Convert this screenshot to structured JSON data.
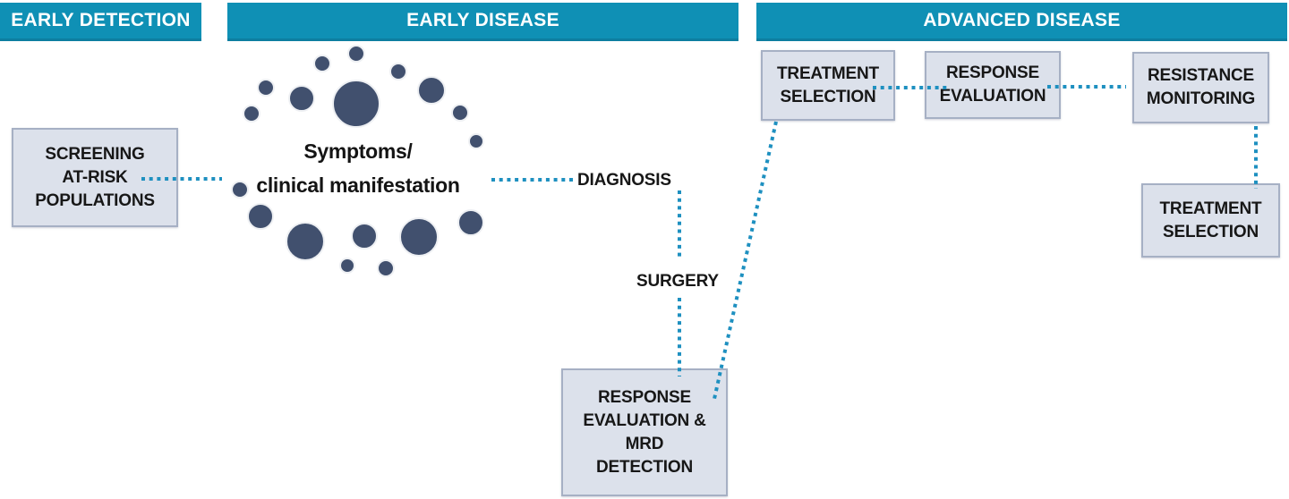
{
  "phases": [
    {
      "label": "EARLY DETECTION"
    },
    {
      "label": "EARLY DISEASE"
    },
    {
      "label": "ADVANCED DISEASE"
    }
  ],
  "nodes": {
    "screening": {
      "lines": [
        "SCREENING",
        "AT-RISK",
        "POPULATIONS"
      ]
    },
    "symptoms": {
      "lines": [
        "Symptoms/",
        "clinical manifestation"
      ]
    },
    "diagnosis": {
      "label": "DIAGNOSIS"
    },
    "surgery": {
      "label": "SURGERY"
    },
    "mrd": {
      "lines": [
        "RESPONSE",
        "EVALUATION &",
        "MRD",
        "DETECTION"
      ]
    },
    "treatment_selection_1": {
      "lines": [
        "TREATMENT",
        "SELECTION"
      ]
    },
    "response_evaluation": {
      "lines": [
        "RESPONSE",
        "EVALUATION"
      ]
    },
    "resistance_monitoring": {
      "lines": [
        "RESISTANCE",
        "MONITORING"
      ]
    },
    "treatment_selection_2": {
      "lines": [
        "TREATMENT",
        "SELECTION"
      ]
    }
  },
  "connections": [
    {
      "from": "screening-at-risk-populations",
      "to": "symptoms-cluster",
      "style": "dotted"
    },
    {
      "from": "symptoms-cluster",
      "to": "diagnosis",
      "style": "dotted"
    },
    {
      "from": "diagnosis",
      "to": "surgery",
      "style": "dotted"
    },
    {
      "from": "surgery",
      "to": "response-evaluation-mrd-detection",
      "style": "dotted"
    },
    {
      "from": "response-evaluation-mrd-detection",
      "to": "treatment-selection-advanced",
      "style": "dotted"
    },
    {
      "from": "treatment-selection-advanced",
      "to": "response-evaluation-advanced",
      "style": "dotted"
    },
    {
      "from": "response-evaluation-advanced",
      "to": "resistance-monitoring",
      "style": "dotted"
    },
    {
      "from": "resistance-monitoring",
      "to": "treatment-selection-second-line",
      "style": "dotted"
    }
  ],
  "colors": {
    "phase_bar": "#0f90b5",
    "connector_dot": "#1e90c0",
    "cell_circle": "#41506e",
    "node_fill": "#dce1eb",
    "node_border": "#a6b0c4",
    "text": "#171717"
  }
}
